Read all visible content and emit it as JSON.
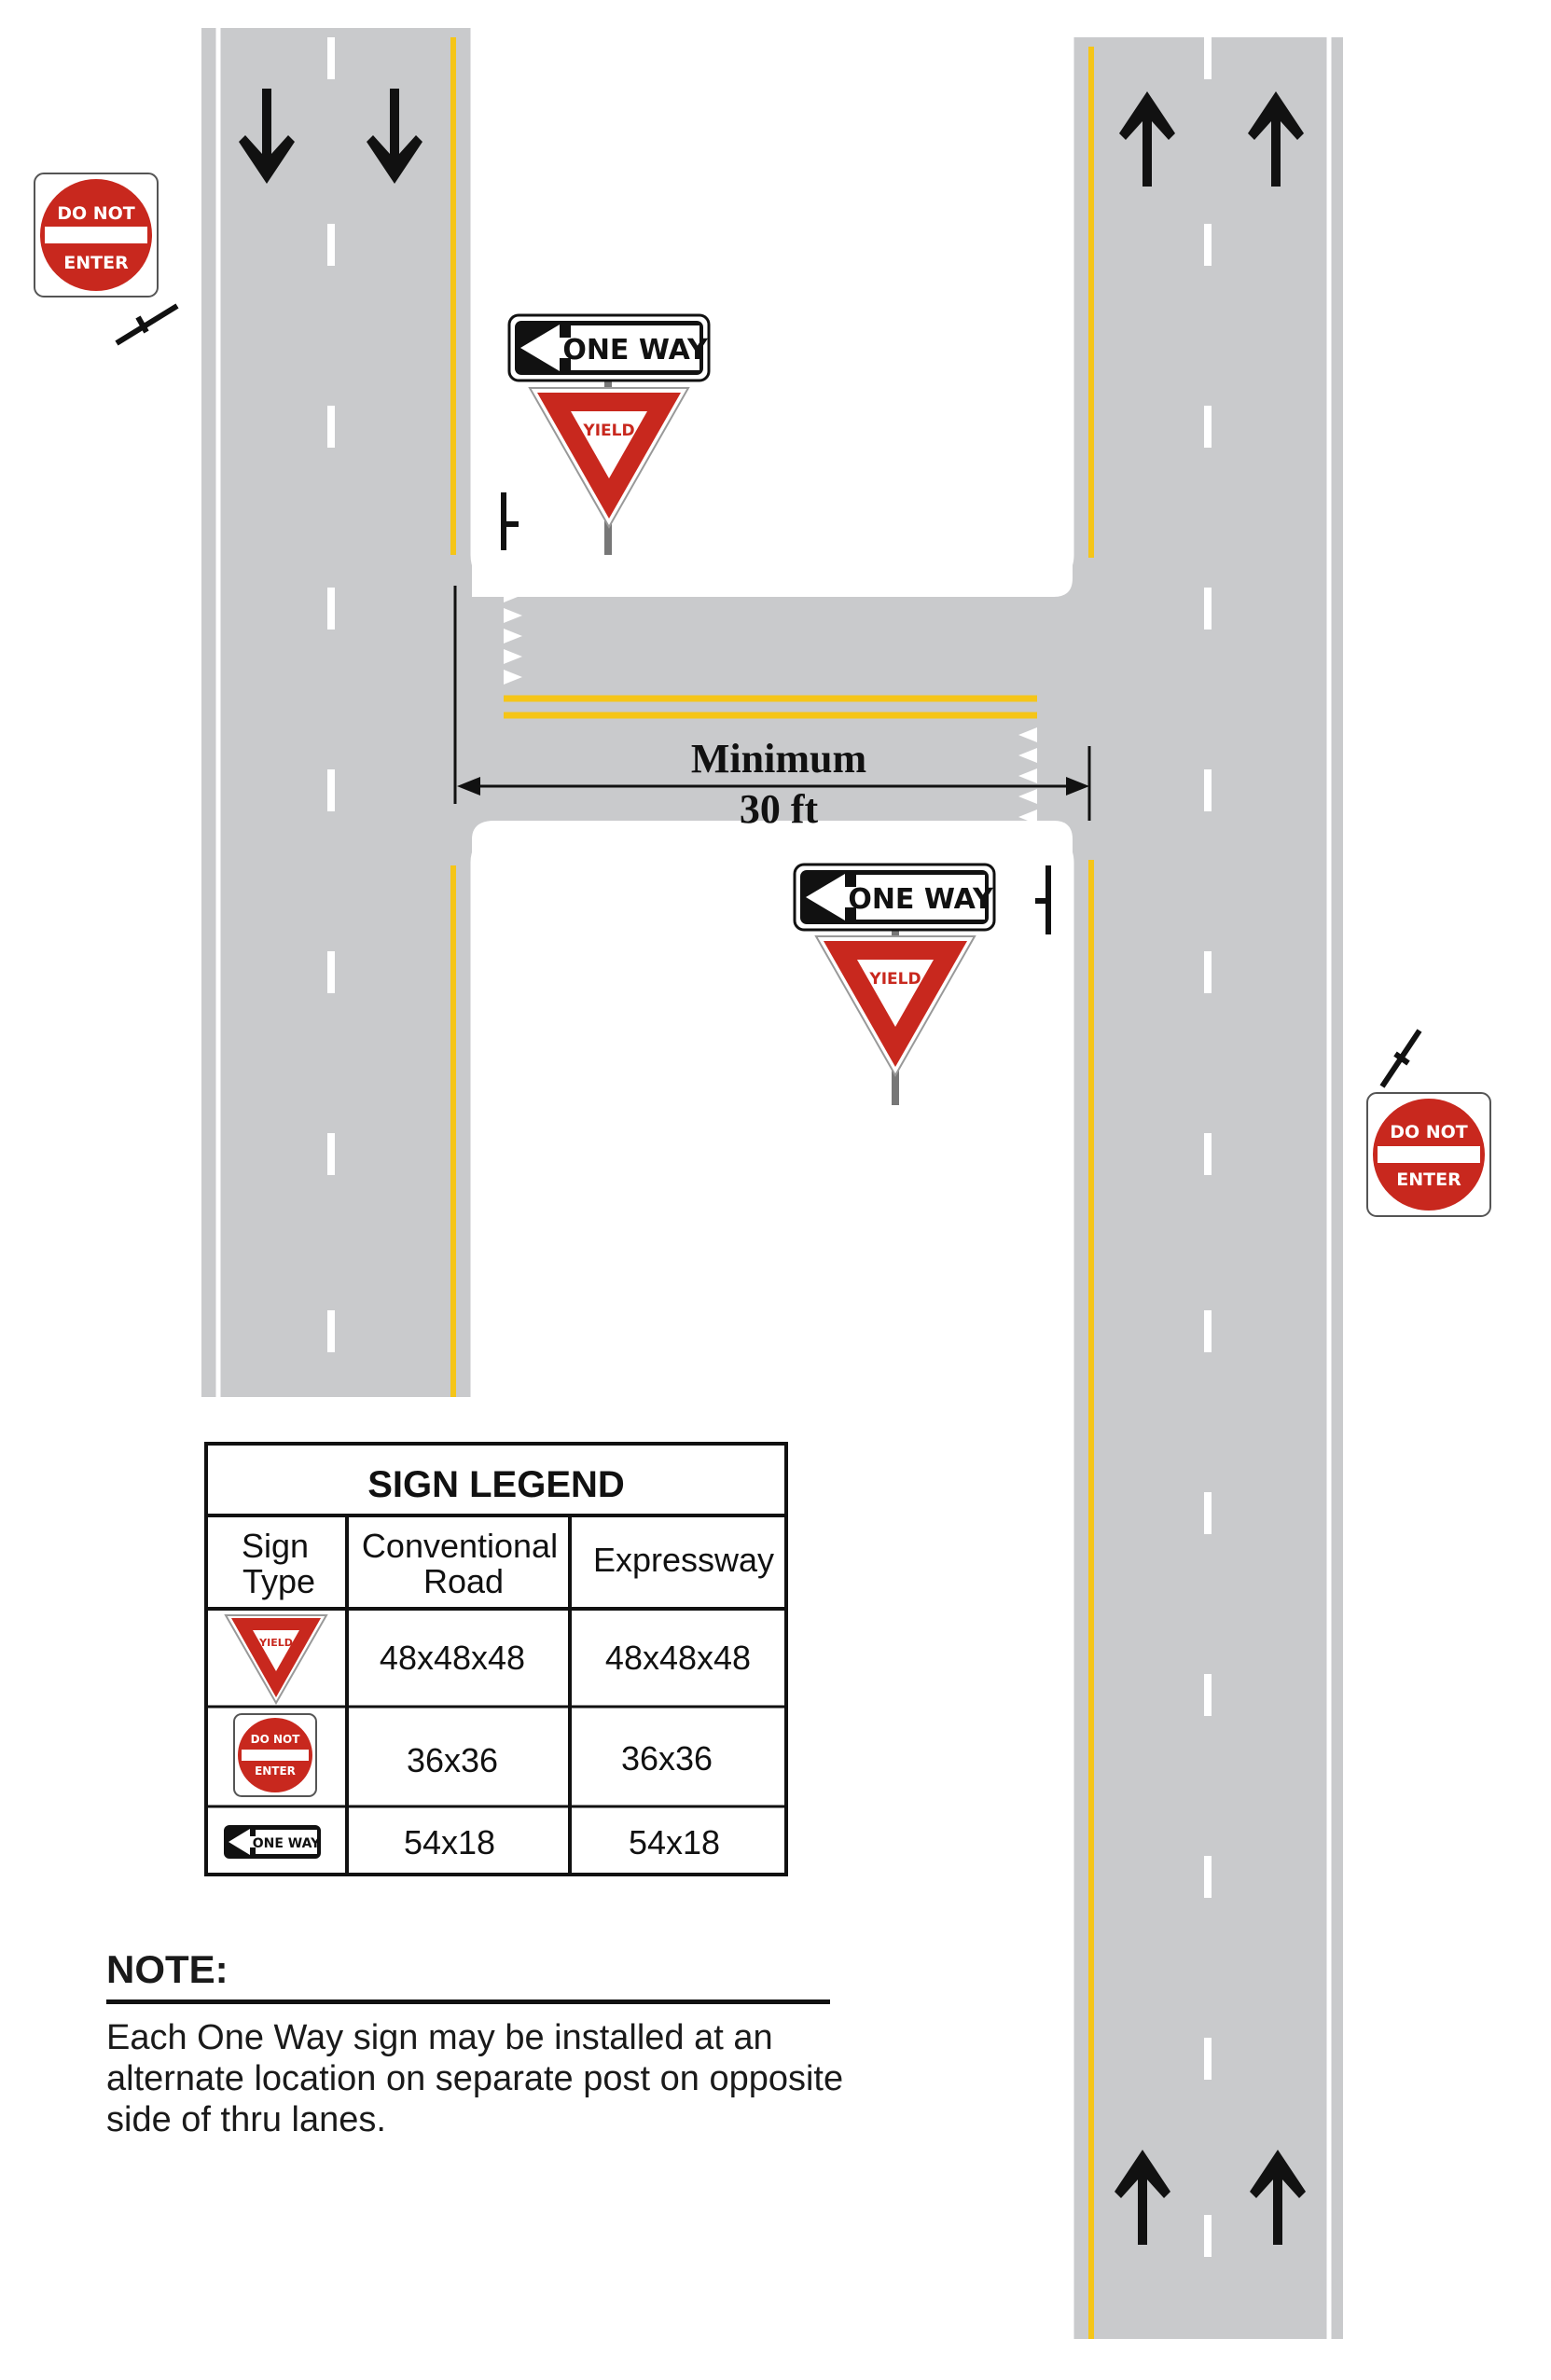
{
  "signs": {
    "do_not_enter": {
      "line1": "DO NOT",
      "line2": "ENTER",
      "color": "#c8281e"
    },
    "one_way": {
      "label": "ONE WAY"
    },
    "yield": {
      "label": "YIELD",
      "color": "#c8281e"
    }
  },
  "dimension": {
    "line1": "Minimum",
    "line2": "30 ft"
  },
  "legend": {
    "title": "SIGN LEGEND",
    "headers": {
      "sign_type_line1": "Sign",
      "sign_type_line2": "Type",
      "conventional_line1": "Conventional",
      "conventional_line2": "Road",
      "expressway": "Expressway"
    },
    "rows": [
      {
        "sign": "yield-icon",
        "conventional": "48x48x48",
        "expressway": "48x48x48"
      },
      {
        "sign": "do-not-enter-icon",
        "conventional": "36x36",
        "expressway": "36x36"
      },
      {
        "sign": "one-way-icon",
        "conventional": "54x18",
        "expressway": "54x18"
      }
    ]
  },
  "note": {
    "title": "NOTE:",
    "body": "Each One Way sign may be installed at an alternate location on separate post on opposite side of thru lanes."
  },
  "colors": {
    "pavement": "#c9cacc",
    "yellow_line": "#f5c518",
    "white_line": "#ffffff",
    "sign_red": "#c8281e"
  }
}
